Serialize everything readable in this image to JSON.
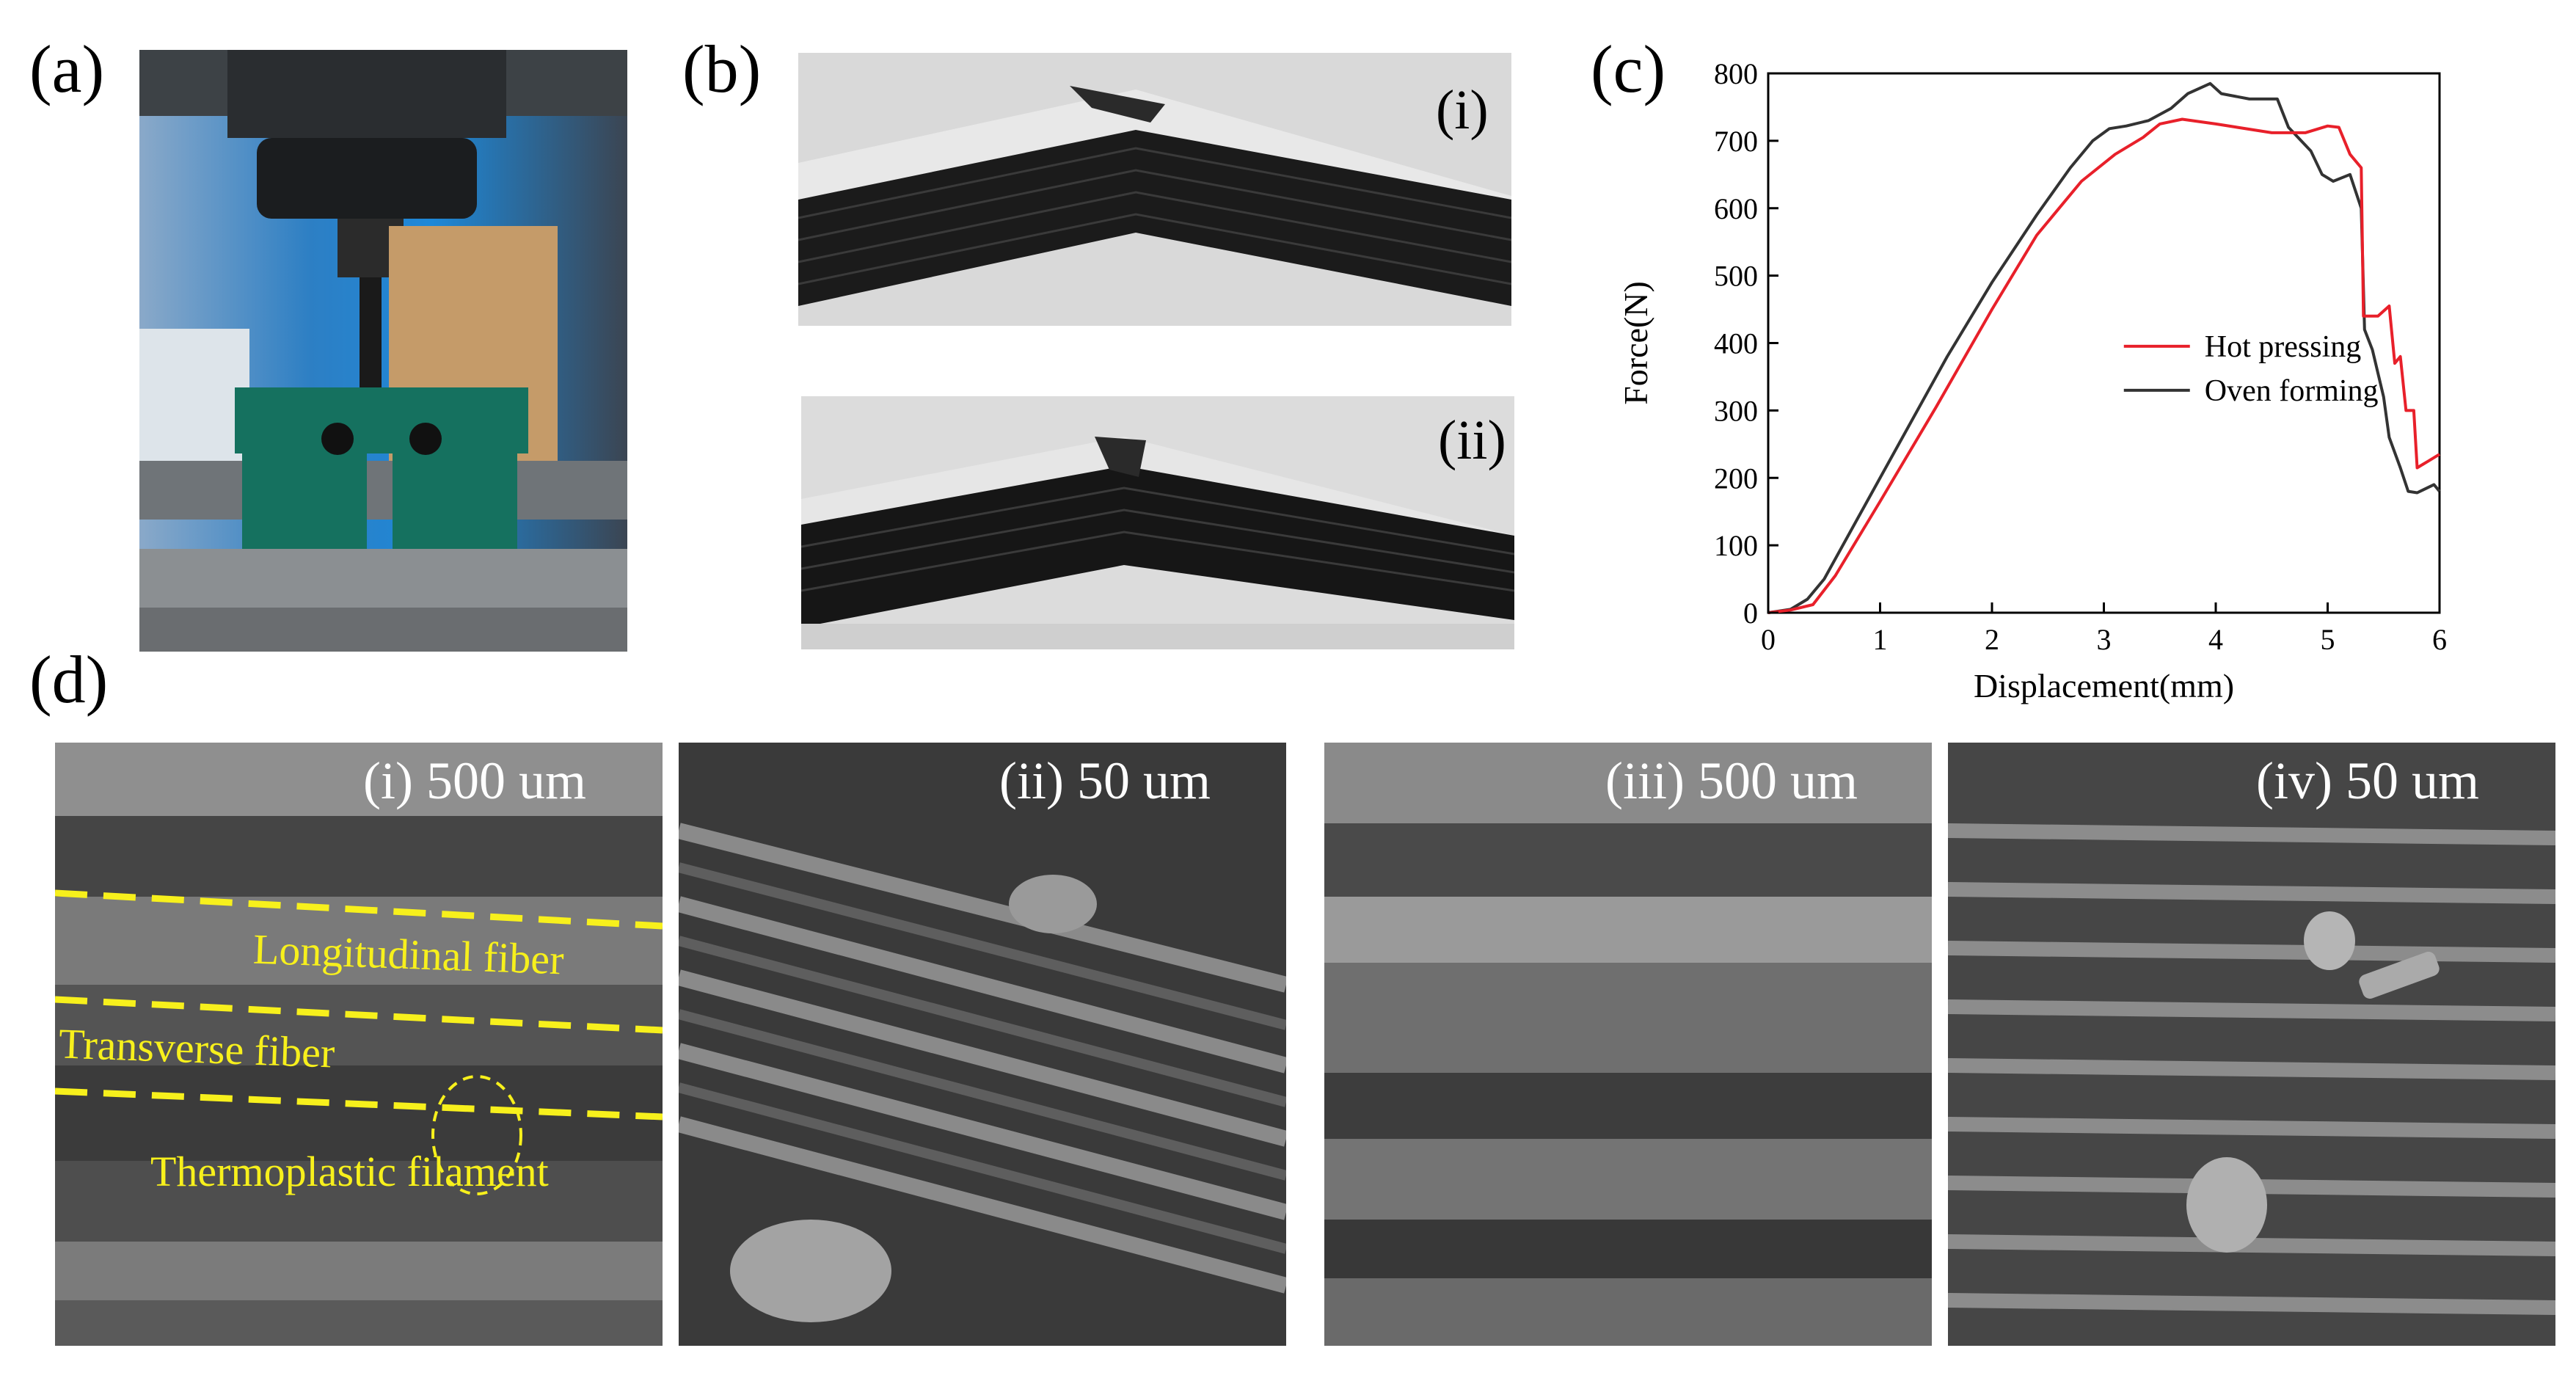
{
  "panels": {
    "a": {
      "label": "(a)"
    },
    "b": {
      "label": "(b)",
      "sub": [
        "(i)",
        "(ii)"
      ]
    },
    "c": {
      "label": "(c)"
    },
    "d": {
      "label": "(d)",
      "images": [
        {
          "caption": "(i) 500 um"
        },
        {
          "caption": "(ii) 50 um"
        },
        {
          "caption": "(iii) 500 um"
        },
        {
          "caption": "(iv) 50 um"
        }
      ],
      "annotations": [
        "Longitudinal fiber",
        "Transverse fiber",
        "Thermoplastic filament"
      ]
    }
  },
  "chart_data": {
    "type": "line",
    "xlabel": "Displacement(mm)",
    "ylabel": "Force(N)",
    "xlim": [
      0,
      6
    ],
    "ylim": [
      0,
      800
    ],
    "xticks": [
      0,
      1,
      2,
      3,
      4,
      5,
      6
    ],
    "yticks": [
      0,
      100,
      200,
      300,
      400,
      500,
      600,
      700,
      800
    ],
    "legend_position": "center-right",
    "series": [
      {
        "name": "Oven forming",
        "color": "#333333",
        "points": [
          [
            0,
            0
          ],
          [
            0.2,
            5
          ],
          [
            0.35,
            20
          ],
          [
            0.5,
            50
          ],
          [
            0.8,
            140
          ],
          [
            1.2,
            260
          ],
          [
            1.6,
            380
          ],
          [
            2.0,
            490
          ],
          [
            2.4,
            590
          ],
          [
            2.7,
            660
          ],
          [
            2.9,
            700
          ],
          [
            3.05,
            718
          ],
          [
            3.2,
            722
          ],
          [
            3.4,
            730
          ],
          [
            3.6,
            748
          ],
          [
            3.75,
            770
          ],
          [
            3.95,
            785
          ],
          [
            4.05,
            770
          ],
          [
            4.3,
            762
          ],
          [
            4.55,
            762
          ],
          [
            4.65,
            720
          ],
          [
            4.85,
            685
          ],
          [
            4.95,
            650
          ],
          [
            5.05,
            640
          ],
          [
            5.2,
            650
          ],
          [
            5.3,
            600
          ],
          [
            5.33,
            420
          ],
          [
            5.4,
            390
          ],
          [
            5.5,
            320
          ],
          [
            5.55,
            260
          ],
          [
            5.65,
            215
          ],
          [
            5.72,
            180
          ],
          [
            5.8,
            178
          ],
          [
            5.95,
            190
          ],
          [
            6.0,
            180
          ]
        ]
      },
      {
        "name": "Hot pressing",
        "color": "#e8202a",
        "points": [
          [
            0,
            0
          ],
          [
            0.2,
            4
          ],
          [
            0.4,
            12
          ],
          [
            0.6,
            55
          ],
          [
            1.0,
            165
          ],
          [
            1.5,
            305
          ],
          [
            2.0,
            450
          ],
          [
            2.4,
            560
          ],
          [
            2.8,
            640
          ],
          [
            3.1,
            680
          ],
          [
            3.35,
            705
          ],
          [
            3.5,
            725
          ],
          [
            3.7,
            732
          ],
          [
            4.0,
            725
          ],
          [
            4.5,
            712
          ],
          [
            4.8,
            712
          ],
          [
            5.0,
            722
          ],
          [
            5.1,
            720
          ],
          [
            5.2,
            680
          ],
          [
            5.3,
            660
          ],
          [
            5.32,
            440
          ],
          [
            5.45,
            440
          ],
          [
            5.55,
            455
          ],
          [
            5.6,
            370
          ],
          [
            5.65,
            380
          ],
          [
            5.7,
            300
          ],
          [
            5.77,
            300
          ],
          [
            5.8,
            215
          ],
          [
            5.9,
            225
          ],
          [
            6.0,
            235
          ]
        ]
      }
    ]
  }
}
